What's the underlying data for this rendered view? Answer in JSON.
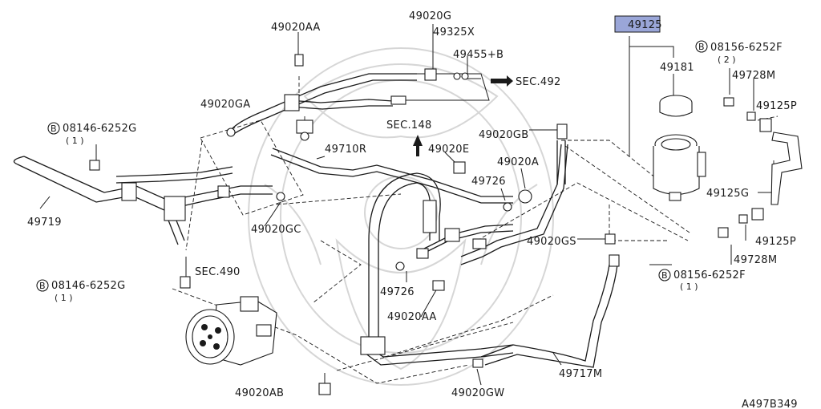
{
  "diagram": {
    "labels": {
      "p49020AA_top": "49020AA",
      "p49020G": "49020G",
      "p49325X": "49325X",
      "p49455B": "49455+B",
      "sec492": "SEC.492",
      "p49125": "49125",
      "p08156_top": "08156-6252F",
      "p08156_top_qty": "( 2 )",
      "p49181": "49181",
      "p49728M_top": "49728M",
      "p49125P_top": "49125P",
      "p49020GA": "49020GA",
      "sec148": "SEC.148",
      "p49020GB": "49020GB",
      "p08146_top": "08146-6252G",
      "p08146_top_qty": "( 1 )",
      "p49710R": "49710R",
      "p49020E": "49020E",
      "p49020A": "49020A",
      "p49726_top": "49726",
      "p49719": "49719",
      "p49125G": "49125G",
      "p49020GC": "49020GC",
      "p49020GS": "49020GS",
      "p49125P_bot": "49125P",
      "p49728M_bot": "49728M",
      "sec490": "SEC.490",
      "p08146_bot": "08146-6252G",
      "p08146_bot_qty": "( 1 )",
      "p49726_bot": "49726",
      "p08156_bot": "08156-6252F",
      "p08156_bot_qty": "( 1 )",
      "p49020AA_bot": "49020AA",
      "p49717M": "49717M",
      "p49020AB": "49020AB",
      "p49020GW": "49020GW",
      "figure_code": "A497B349"
    },
    "bolt_marker": "B",
    "highlight_color": "#9aa6d8"
  }
}
